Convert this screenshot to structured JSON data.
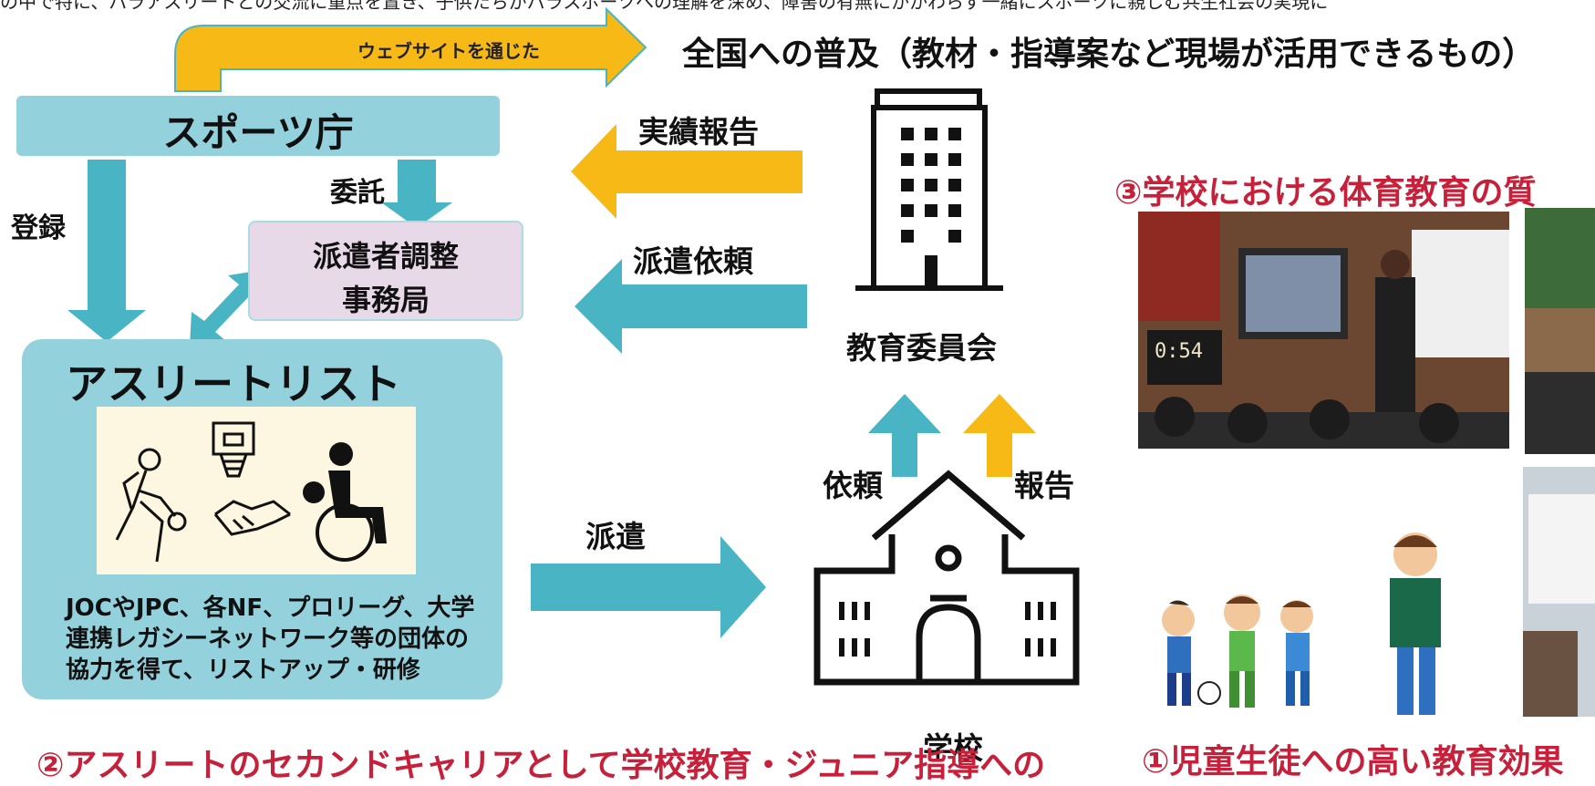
{
  "top_text": "の中で特に、パラアスリートとの交流に重点を置き、子供たちがパラスポーツへの理解を深め、障害の有無にかかわらず一緒にスポーツに親しむ共生社会の実現に",
  "web_label": "ウェブサイトを通じた",
  "nationwide": "全国への普及（教材・指導案など現場が活用できるもの）",
  "agency": "スポーツ庁",
  "itaku": "委託",
  "toroku": "登録",
  "dispatch_office": {
    "line1": "派遣者調整",
    "line2": "事務局"
  },
  "athlete_list": {
    "title": "アスリートリスト",
    "note": "JOCやJPC、各NF、プロリーグ、大学連携レガシーネットワーク等の団体の協力を得て、リストアップ・研修"
  },
  "arrows": {
    "jisseki": "実績報告",
    "haken_irai": "派遣依頼",
    "haken": "派遣",
    "irai": "依頼",
    "houkoku": "報告"
  },
  "board": "教育委員会",
  "school": "学校",
  "quality": "③学校における体育教育の質",
  "effect": "①児童生徒への高い教育効果",
  "second_career": "②アスリートのセカンドキャリアとして学校教育・ジュニア指導への",
  "timer_display": "0:54",
  "colors": {
    "teal": "#48b4c4",
    "gold": "#f7b916",
    "box": "#93d1dc",
    "office": "#e8d9e8",
    "red": "#c6203a"
  }
}
